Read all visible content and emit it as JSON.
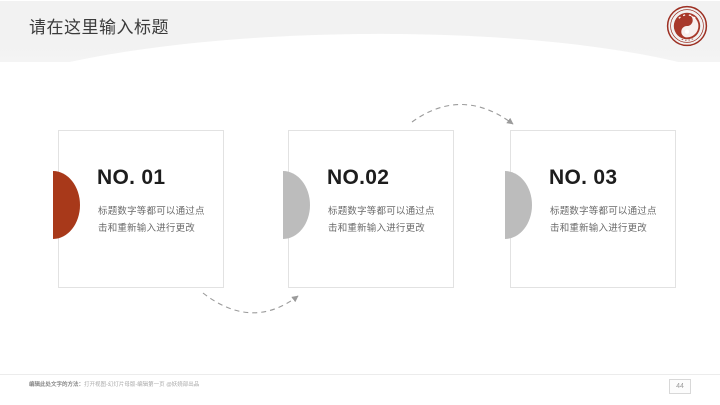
{
  "slide": {
    "title": "请在这里输入标题",
    "accent_color": "#a8391a",
    "muted_color": "#bcbcbc",
    "background": "#ffffff"
  },
  "logo": {
    "name": "circular-seal-logo",
    "color": "#9d2f22"
  },
  "cards": [
    {
      "heading": "NO. 01",
      "body": "标题数字等都可以通过点击和重新输入进行更改",
      "marker_color": "#a8391a"
    },
    {
      "heading": "NO.02",
      "body": "标题数字等都可以通过点击和重新输入进行更改",
      "marker_color": "#bcbcbc"
    },
    {
      "heading": "NO. 03",
      "body": "标题数字等都可以通过点击和重新输入进行更改",
      "marker_color": "#bcbcbc"
    }
  ],
  "connectors": [
    {
      "name": "arrow-card1-to-card2",
      "direction": "down-right"
    },
    {
      "name": "arrow-card2-to-card3",
      "direction": "up-right"
    }
  ],
  "footer": {
    "note_label": "编辑此处文字的方法：",
    "note_text": "打开视图-幻灯片母版-编辑第一页 @妖娆部出品",
    "page_number": "44"
  }
}
